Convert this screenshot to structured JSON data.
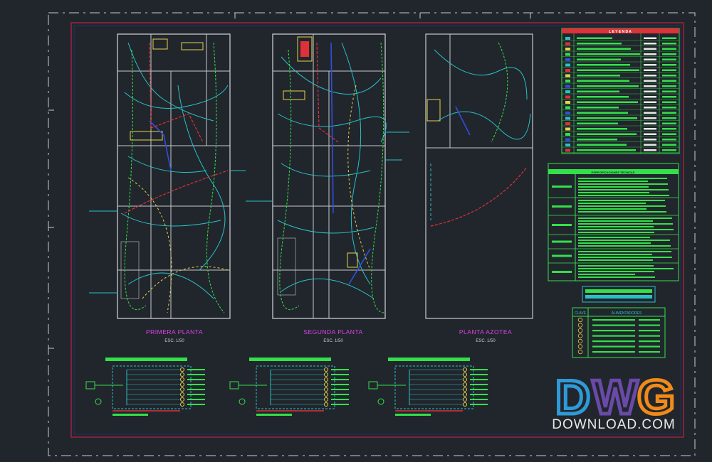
{
  "plans": [
    {
      "title": "PRIMERA PLANTA",
      "scale": "ESC. 1/50"
    },
    {
      "title": "SEGUNDA PLANTA",
      "scale": "ESC. 1/50"
    },
    {
      "title": "PLANTA AZOTEA",
      "scale": "ESC. 1/50"
    }
  ],
  "legend": {
    "title": "L E Y E N D A"
  },
  "specs": {
    "title": "ESPECIFICACIONES TECNICAS"
  },
  "feeders": {
    "title": "ALIMENTADORES",
    "key_header": "CLAVE"
  },
  "watermark": {
    "logo_letters": [
      "D",
      "W",
      "G"
    ],
    "site": "DOWNLOAD.COM"
  },
  "colors": {
    "background": "#21262c",
    "border_red": "#a5243a",
    "wire_cyan": "#27c2c8",
    "wire_green": "#33e04a",
    "wire_blue": "#2f4fe0",
    "wire_red": "#e0303a",
    "wire_yellow": "#e6d24a",
    "title_magenta": "#e040e8",
    "logo_blue": "#2f9ad8",
    "logo_purple": "#6a4aa8",
    "logo_orange": "#f08a1a"
  }
}
